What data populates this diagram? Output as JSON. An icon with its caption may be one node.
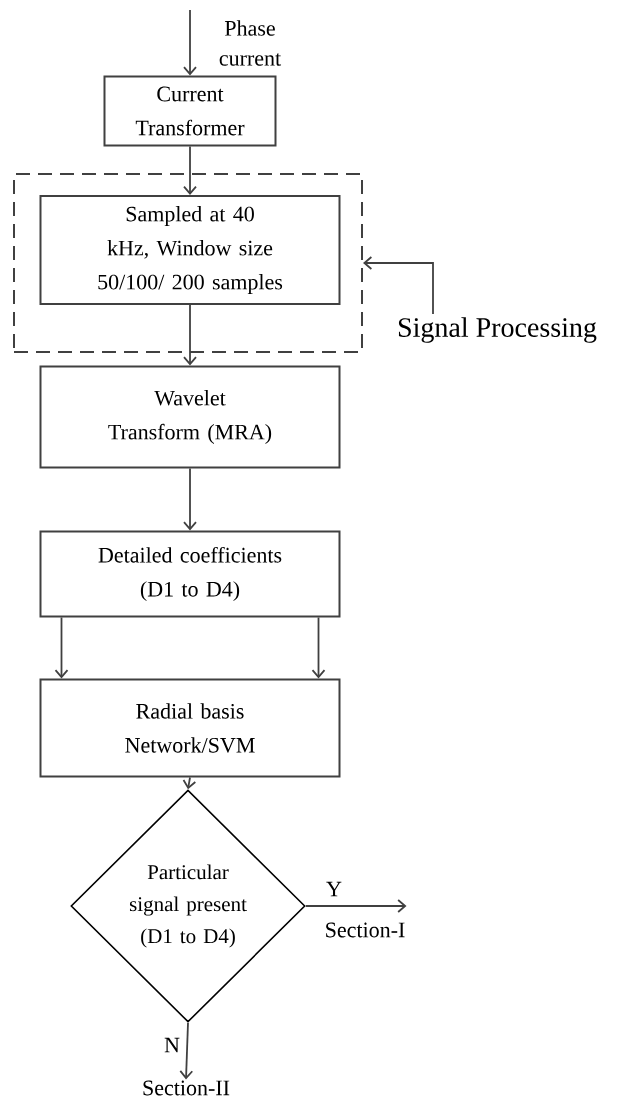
{
  "diagram": {
    "nodes": [
      {
        "text": [
          "Current Transformer"
        ]
      },
      {
        "text": [],
        "shape": "box"
      },
      {
        "text": [
          "Sampled at 40 kHz, Window size 50/100/ 200 samples"
        ],
        "in": 1
      },
      {
        "text": [
          "Signal Processing"
        ]
      },
      {
        "text": [
          "Wavelet Transform (MRA)"
        ]
      },
      {
        "text": [
          "Detailed coefficients (D1 to D4)"
        ]
      },
      {
        "text": [
          "Radial basis Network/SVM"
        ]
      },
      {
        "text": [
          "Particular signal present (D1 to D4)"
        ]
      },
      {
        "text": [
          "Section-I"
        ]
      },
      {
        "text": [
          "Section-II"
        ]
      }
    ],
    "edges": [
      {
        "from": null,
        "to": 0,
        "arrow": "to",
        "label": "Phase current"
      },
      {
        "from": 0,
        "to": 2,
        "arrow": "to"
      },
      {
        "from": 3,
        "to": 1,
        "arrow": "to"
      },
      {
        "from": 2,
        "to": 4,
        "arrow": "to"
      },
      {
        "from": 4,
        "to": 5,
        "arrow": "to"
      },
      {
        "from": 5,
        "to": 6,
        "arrow": "to"
      },
      {
        "from": 5,
        "to": 6,
        "arrow": "to"
      },
      {
        "from": 6,
        "to": 7,
        "arrow": "to"
      },
      {
        "from": 7,
        "to": 8,
        "arrow": "to",
        "label": "Y"
      },
      {
        "from": 7,
        "to": 9,
        "arrow": "to",
        "label": "N"
      }
    ]
  }
}
